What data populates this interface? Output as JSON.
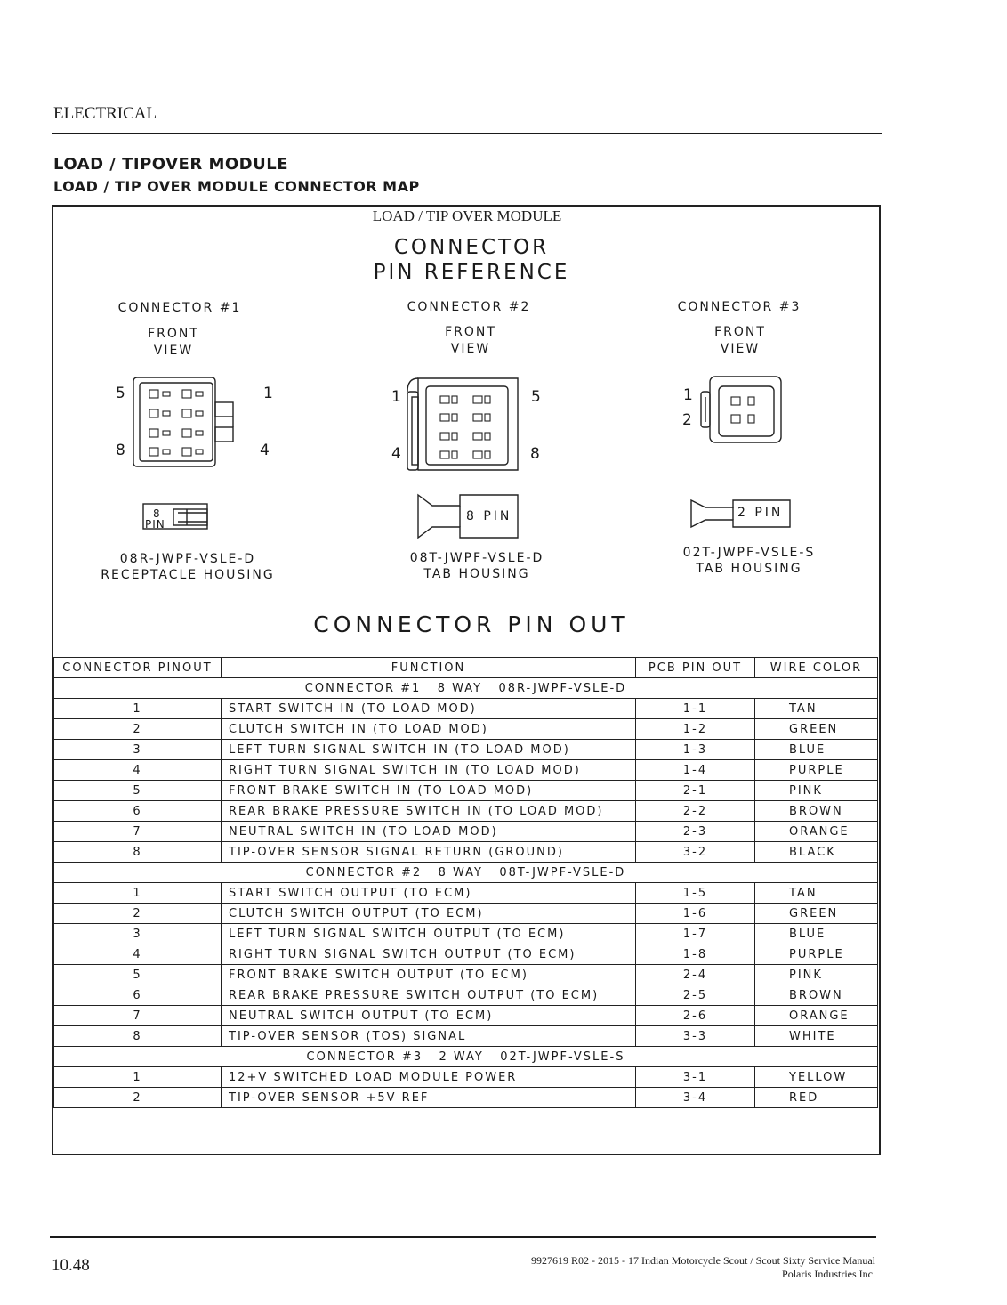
{
  "header": {
    "section": "ELECTRICAL"
  },
  "titles": {
    "main": "LOAD / TIPOVER MODULE",
    "sub": "LOAD / TIP OVER MODULE CONNECTOR MAP"
  },
  "diagram": {
    "module_title": "LOAD / TIP OVER MODULE",
    "ref_line1": "CONNECTOR",
    "ref_line2": "PIN REFERENCE",
    "connectors": [
      {
        "label": "CONNECTOR #1",
        "view1": "FRONT",
        "view2": "VIEW",
        "pins": [
          "5",
          "1",
          "8",
          "4"
        ],
        "pin_tag": "8",
        "pin_tag2": "PIN",
        "part": "08R-JWPF-VSLE-D",
        "housing": "RECEPTACLE HOUSING"
      },
      {
        "label": "CONNECTOR #2",
        "view1": "FRONT",
        "view2": "VIEW",
        "pins": [
          "1",
          "5",
          "4",
          "8"
        ],
        "pin_tag": "8 PIN",
        "part": "08T-JWPF-VSLE-D",
        "housing": "TAB HOUSING"
      },
      {
        "label": "CONNECTOR #3",
        "view1": "FRONT",
        "view2": "VIEW",
        "pins": [
          "1",
          "2"
        ],
        "pin_tag": "2 PIN",
        "part": "02T-JWPF-VSLE-S",
        "housing": "TAB HOUSING"
      }
    ],
    "pinout_title": "CONNECTOR PIN OUT"
  },
  "table": {
    "headers": [
      "CONNECTOR PINOUT",
      "FUNCTION",
      "PCB PIN OUT",
      "WIRE COLOR"
    ],
    "groups": [
      {
        "title": "CONNECTOR #1   8 WAY   08R-JWPF-VSLE-D",
        "rows": [
          {
            "pin": "1",
            "function": "START SWITCH IN (TO LOAD MOD)",
            "pcb": "1-1",
            "color": "TAN"
          },
          {
            "pin": "2",
            "function": "CLUTCH SWITCH IN (TO LOAD MOD)",
            "pcb": "1-2",
            "color": "GREEN"
          },
          {
            "pin": "3",
            "function": "LEFT TURN SIGNAL SWITCH IN (TO LOAD MOD)",
            "pcb": "1-3",
            "color": "BLUE"
          },
          {
            "pin": "4",
            "function": "RIGHT TURN SIGNAL SWITCH IN (TO LOAD MOD)",
            "pcb": "1-4",
            "color": "PURPLE"
          },
          {
            "pin": "5",
            "function": "FRONT BRAKE SWITCH IN (TO LOAD MOD)",
            "pcb": "2-1",
            "color": "PINK"
          },
          {
            "pin": "6",
            "function": "REAR BRAKE PRESSURE SWITCH IN (TO LOAD MOD)",
            "pcb": "2-2",
            "color": "BROWN"
          },
          {
            "pin": "7",
            "function": "NEUTRAL SWITCH IN (TO LOAD MOD)",
            "pcb": "2-3",
            "color": "ORANGE"
          },
          {
            "pin": "8",
            "function": "TIP-OVER SENSOR SIGNAL RETURN (GROUND)",
            "pcb": "3-2",
            "color": "BLACK"
          }
        ]
      },
      {
        "title": "CONNECTOR #2   8 WAY   08T-JWPF-VSLE-D",
        "rows": [
          {
            "pin": "1",
            "function": "START SWITCH OUTPUT (TO ECM)",
            "pcb": "1-5",
            "color": "TAN"
          },
          {
            "pin": "2",
            "function": "CLUTCH SWITCH OUTPUT (TO ECM)",
            "pcb": "1-6",
            "color": "GREEN"
          },
          {
            "pin": "3",
            "function": "LEFT TURN SIGNAL SWITCH OUTPUT (TO ECM)",
            "pcb": "1-7",
            "color": "BLUE"
          },
          {
            "pin": "4",
            "function": "RIGHT TURN SIGNAL SWITCH OUTPUT (TO ECM)",
            "pcb": "1-8",
            "color": "PURPLE"
          },
          {
            "pin": "5",
            "function": "FRONT BRAKE SWITCH OUTPUT (TO ECM)",
            "pcb": "2-4",
            "color": "PINK"
          },
          {
            "pin": "6",
            "function": "REAR BRAKE PRESSURE SWITCH OUTPUT (TO ECM)",
            "pcb": "2-5",
            "color": "BROWN"
          },
          {
            "pin": "7",
            "function": "NEUTRAL SWITCH OUTPUT (TO ECM)",
            "pcb": "2-6",
            "color": "ORANGE"
          },
          {
            "pin": "8",
            "function": "TIP-OVER SENSOR (TOS) SIGNAL",
            "pcb": "3-3",
            "color": "WHITE"
          }
        ]
      },
      {
        "title": "CONNECTOR #3   2 WAY   02T-JWPF-VSLE-S",
        "rows": [
          {
            "pin": "1",
            "function": "12+V SWITCHED LOAD MODULE POWER",
            "pcb": "3-1",
            "color": "YELLOW"
          },
          {
            "pin": "2",
            "function": "TIP-OVER SENSOR +5V REF",
            "pcb": "3-4",
            "color": "RED"
          }
        ]
      }
    ]
  },
  "footer": {
    "page": "10.48",
    "manual_line1": "9927619 R02 - 2015 - 17 Indian Motorcycle Scout / Scout Sixty Service Manual",
    "manual_line2": "Polaris Industries Inc."
  }
}
